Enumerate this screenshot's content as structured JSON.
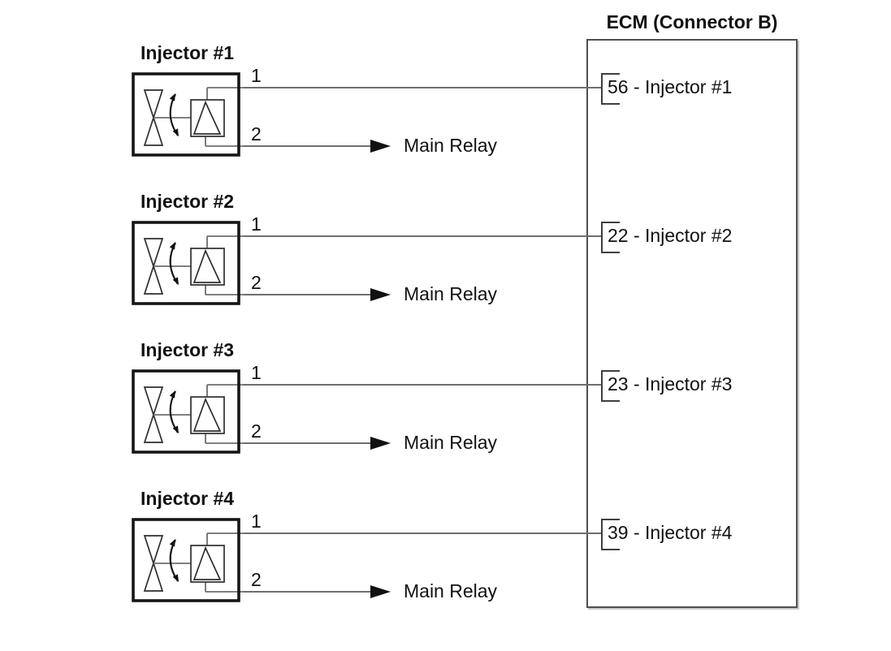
{
  "diagram": {
    "ecm": {
      "title": "ECM (Connector B)"
    },
    "injectors": [
      {
        "label": "Injector #1",
        "pin1": "1",
        "pin2": "2",
        "pin2_target": "Main Relay",
        "ecm_pin": "56",
        "ecm_label": "56 - Injector #1"
      },
      {
        "label": "Injector #2",
        "pin1": "1",
        "pin2": "2",
        "pin2_target": "Main Relay",
        "ecm_pin": "22",
        "ecm_label": "22 - Injector #2"
      },
      {
        "label": "Injector #3",
        "pin1": "1",
        "pin2": "2",
        "pin2_target": "Main Relay",
        "ecm_pin": "23",
        "ecm_label": "23 - Injector #3"
      },
      {
        "label": "Injector #4",
        "pin1": "1",
        "pin2": "2",
        "pin2_target": "Main Relay",
        "ecm_pin": "39",
        "ecm_label": "39 - Injector #4"
      }
    ],
    "colors": {
      "wire_gray": "#6e6e6e",
      "ink": "#111111",
      "ecm_border": "#4f4f4f"
    }
  }
}
